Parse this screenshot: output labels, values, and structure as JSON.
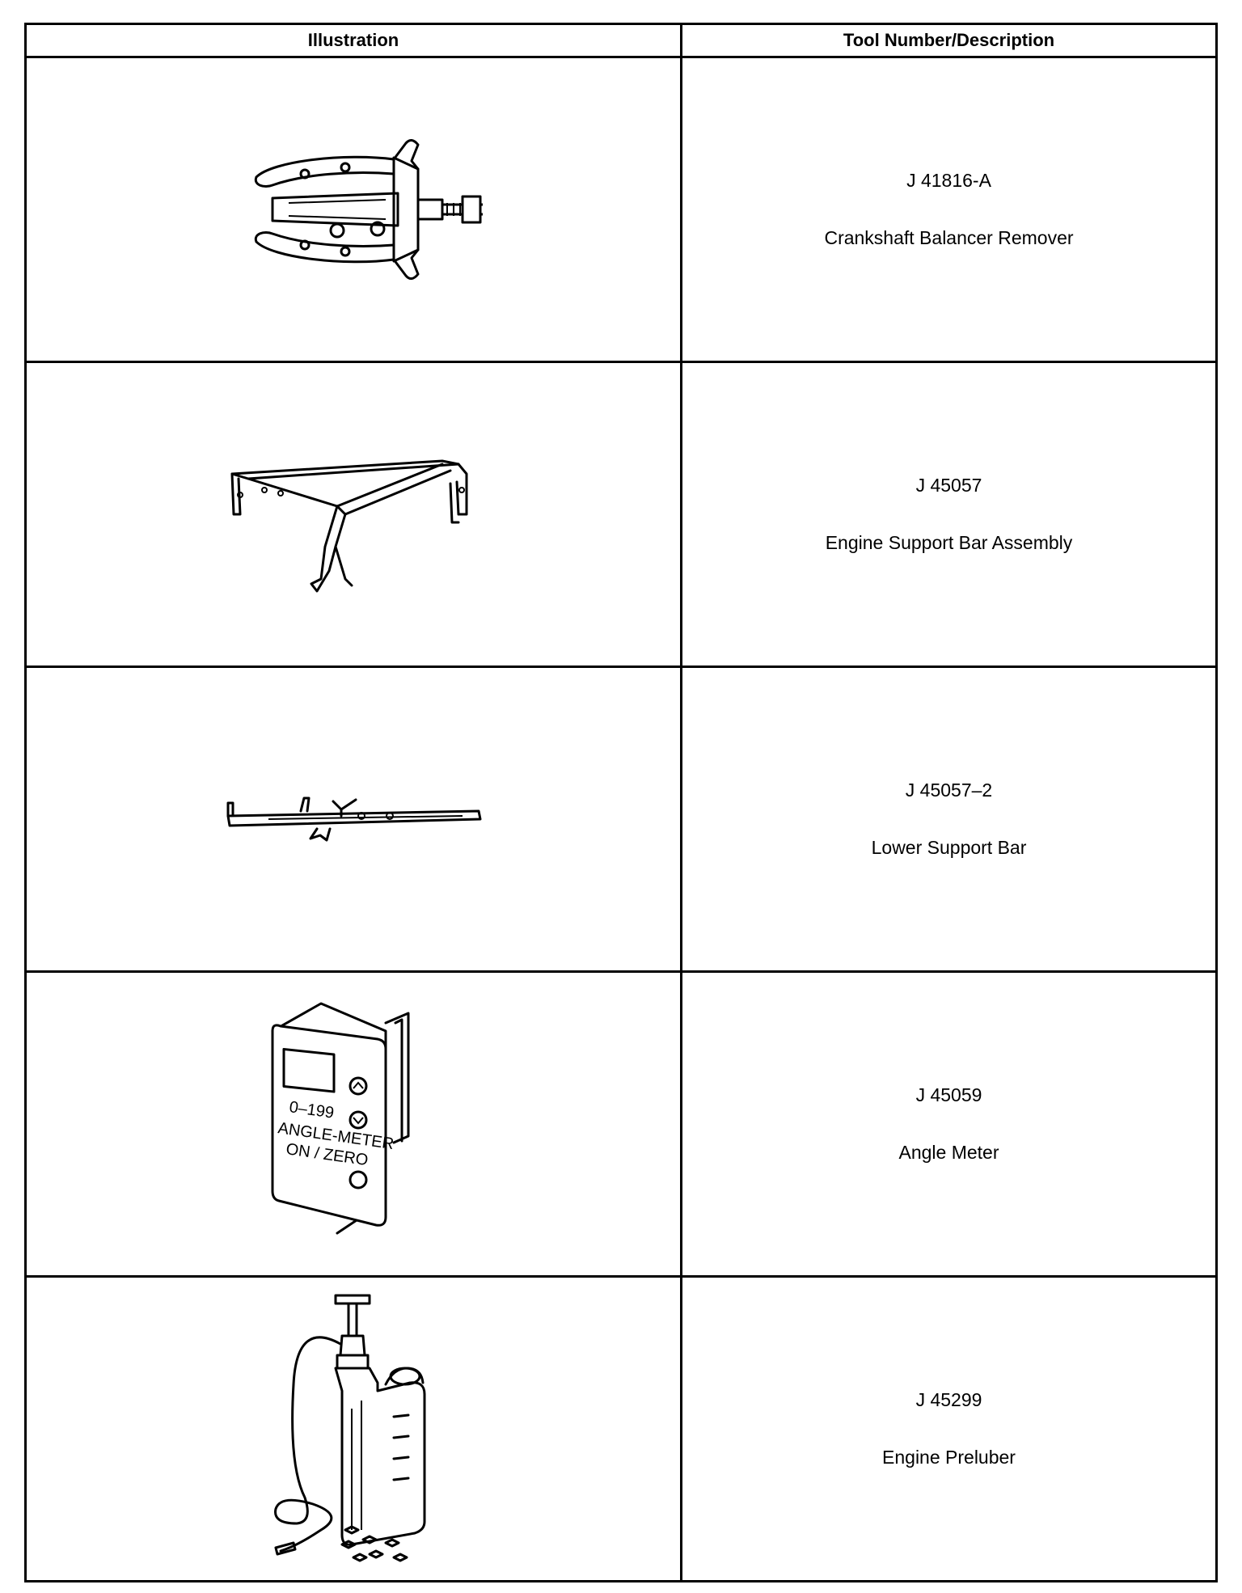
{
  "table": {
    "headers": {
      "illustration": "Illustration",
      "tool": "Tool Number/Description"
    },
    "rows": [
      {
        "number": "J 41816-A",
        "description": "Crankshaft Balancer Remover",
        "icon": "crankshaft-balancer-remover-illustration"
      },
      {
        "number": "J 45057",
        "description": "Engine Support Bar Assembly",
        "icon": "engine-support-bar-illustration"
      },
      {
        "number": "J 45057–2",
        "description": "Lower Support Bar",
        "icon": "lower-support-bar-illustration"
      },
      {
        "number": "J 45059",
        "description": "Angle Meter",
        "icon": "angle-meter-illustration"
      },
      {
        "number": "J 45299",
        "description": "Engine Preluber",
        "icon": "engine-preluber-illustration"
      }
    ]
  },
  "illustration_text": {
    "angle_meter": {
      "range": "0–199",
      "label": "ANGLE-METER",
      "button": "ON / ZERO"
    }
  }
}
